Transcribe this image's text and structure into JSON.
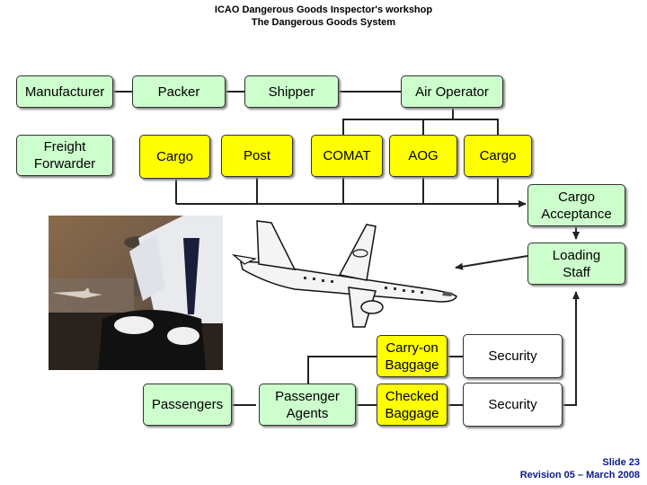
{
  "header": {
    "line1": "ICAO Dangerous Goods Inspector's workshop",
    "line2": "The Dangerous Goods System"
  },
  "nodes": {
    "manufacturer": "Manufacturer",
    "packer": "Packer",
    "shipper": "Shipper",
    "air_operator": "Air Operator",
    "freight_forwarder": [
      "Freight",
      "Forwarder"
    ],
    "cargo_1": "Cargo",
    "post": "Post",
    "comat": "COMAT",
    "aog": "AOG",
    "cargo_2": "Cargo",
    "cargo_acceptance": [
      "Cargo",
      "Acceptance"
    ],
    "loading_staff": [
      "Loading",
      "Staff"
    ],
    "carry_on_baggage": [
      "Carry-on",
      "Baggage"
    ],
    "security_1": "Security",
    "passengers": "Passengers",
    "passenger_agents": [
      "Passenger",
      "Agents"
    ],
    "checked_baggage": [
      "Checked",
      "Baggage"
    ],
    "security_2": "Security"
  },
  "colors": {
    "green_box": "#ccffcc",
    "yellow_box": "#ffff00",
    "footer_text": "#0a1a8c"
  },
  "footer": {
    "slide": "Slide 23",
    "revision": "Revision 05 – March 2008"
  }
}
